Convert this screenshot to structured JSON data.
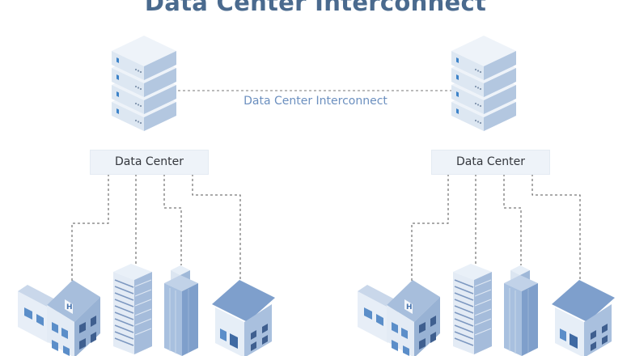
{
  "title": "Data Center Interconnect",
  "link_label": "Data Center Interconnect",
  "data_centers": [
    {
      "label": "Data Center",
      "buildings": [
        "hospital-icon",
        "skyscraper-icon",
        "tower-icon",
        "house-icon"
      ]
    },
    {
      "label": "Data Center",
      "buildings": [
        "hospital-icon",
        "skyscraper-icon",
        "tower-icon",
        "house-icon"
      ]
    }
  ],
  "colors": {
    "title": "#4a6a8e",
    "link_label": "#6b8fbf",
    "server_light": "#dfe8f3",
    "server_dark": "#a9bfdc",
    "building_light": "#d6e2f0",
    "building_dark": "#8aa6cc",
    "connector": "#555555"
  }
}
